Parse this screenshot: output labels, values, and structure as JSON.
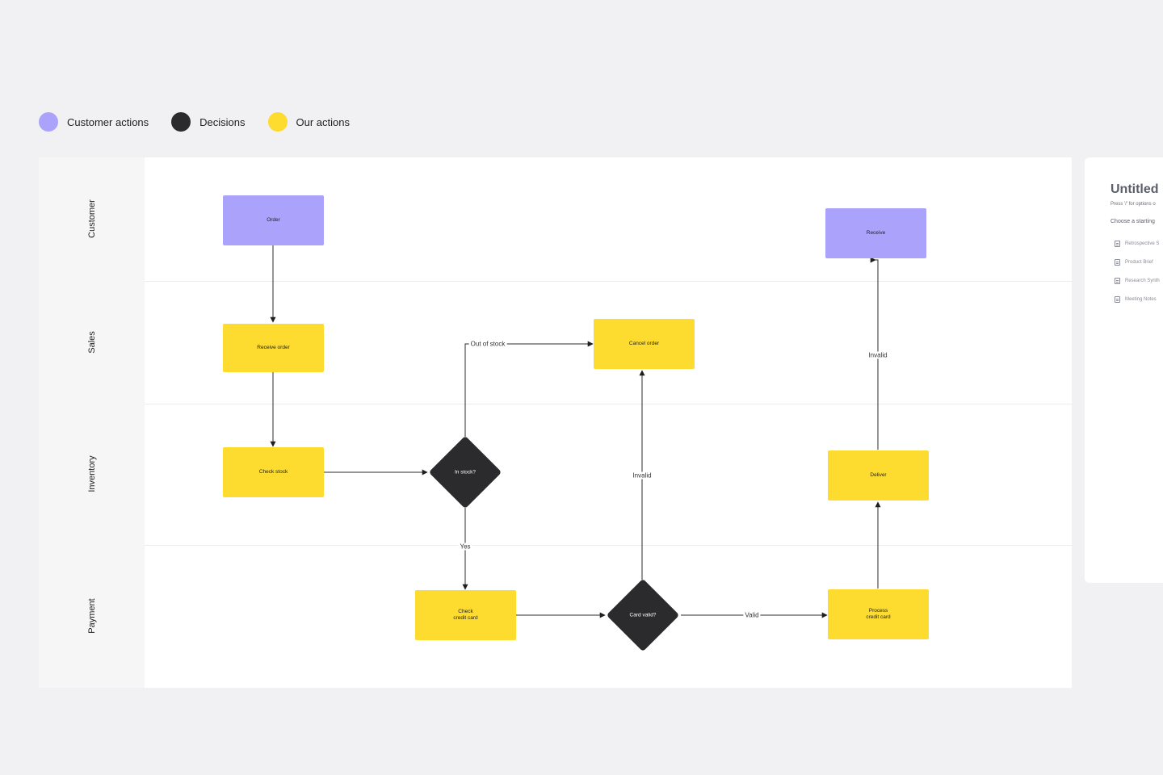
{
  "legend": [
    {
      "label": "Customer actions",
      "color": "#aba3fb"
    },
    {
      "label": "Decisions",
      "color": "#2b2b2d"
    },
    {
      "label": "Our actions",
      "color": "#fddb2f"
    }
  ],
  "lanes": [
    "Customer",
    "Sales",
    "Inventory",
    "Payment"
  ],
  "nodes": {
    "order": "Order",
    "receive_order": "Receive order",
    "check_stock": "Check stock",
    "in_stock": "In stock?",
    "cancel_order": "Cancel order",
    "check_credit_card": "Check\ncredit card",
    "card_valid": "Card valid?",
    "process_credit_card": "Process\ncredit card",
    "deliver": "Deliver",
    "receive": "Receive"
  },
  "edge_labels": {
    "out_of_stock": "Out of stock",
    "yes": "Yes",
    "invalid_card": "Invalid",
    "valid": "Valid",
    "invalid_deliver": "Invalid"
  },
  "panel": {
    "title": "Untitled",
    "hint": "Press '/' for options o",
    "subtitle": "Choose a starting",
    "templates": [
      "Retrospective S",
      "Product Brief",
      "Research Synth",
      "Meeting Notes"
    ]
  }
}
